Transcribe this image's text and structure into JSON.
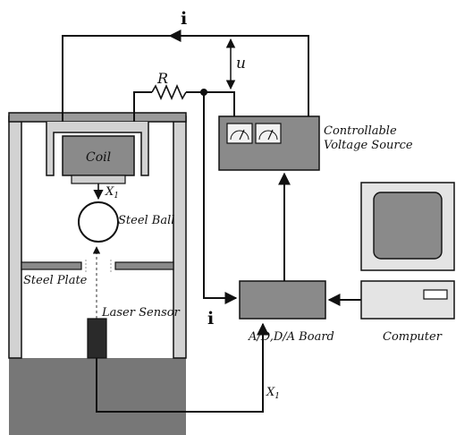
{
  "labels": {
    "current_top": "i",
    "voltage": "u",
    "resistor": "R",
    "coil": "Coil",
    "displacement_top": "X",
    "displacement_top_sub": "1",
    "steel_ball": "Steel Ball",
    "steel_plate": "Steel Plate",
    "laser_sensor": "Laser Sensor",
    "source_line1": "Controllable",
    "source_line2": "Voltage Source",
    "current_left": "i",
    "board": "A/D,D/A Board",
    "computer": "Computer",
    "displacement_bottom": "X",
    "displacement_bottom_sub": "1"
  },
  "colors": {
    "line": "#111111",
    "component_fill": "#8a8a8a",
    "frame_fill": "#d2d2d2",
    "base_fill": "#777777",
    "computer_fill": "#e4e4e4",
    "sensor_fill": "#2a2a2a"
  }
}
